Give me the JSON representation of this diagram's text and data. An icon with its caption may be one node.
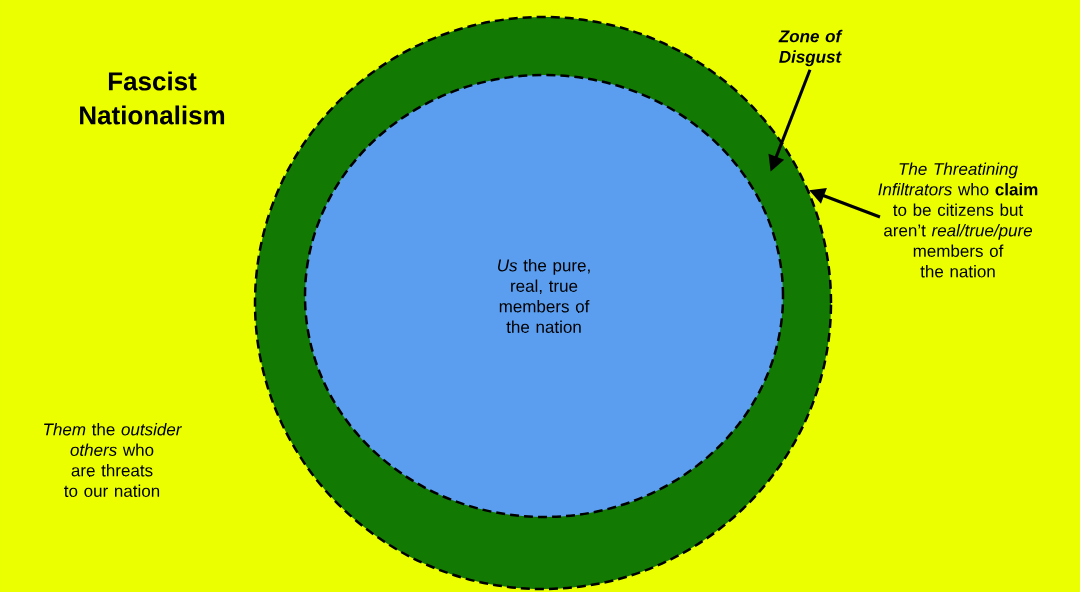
{
  "diagram": {
    "title": "Fascist Nationalism",
    "nodes": [
      {
        "text": [],
        "shape": "circle"
      },
      {
        "text": [
          "*Us* the pure, real, true members of the nation"
        ],
        "in": 0
      },
      {
        "text": [
          "Zone of Disgust"
        ]
      },
      {
        "text": [
          "*The Threatining Infiltrators* who **claim** to be citizens but aren’t *real/true/pure* members of the nation"
        ]
      }
    ],
    "edges": [
      {
        "from": 2,
        "to": 0,
        "arrow": "to"
      },
      {
        "from": 3,
        "to": 0,
        "arrow": "to"
      }
    ],
    "labels": [
      "*Them* the *outsider others* who are threats to our nation"
    ]
  }
}
